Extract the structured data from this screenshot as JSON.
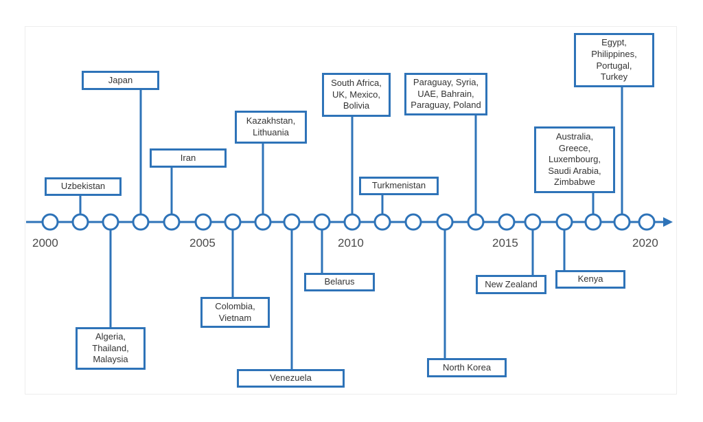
{
  "colors": {
    "accent": "#2e73b8",
    "text": "#333333",
    "year_text": "#4a4a4a"
  },
  "year_labels": [
    "2000",
    "2005",
    "2010",
    "2015",
    "2020"
  ],
  "events": [
    {
      "year": 2001,
      "text": "Uzbekistan",
      "side": "above"
    },
    {
      "year": 2002,
      "text": "Algeria,\nThailand,\nMalaysia",
      "side": "below"
    },
    {
      "year": 2003,
      "text": "Japan",
      "side": "above"
    },
    {
      "year": 2004,
      "text": "Iran",
      "side": "above"
    },
    {
      "year": 2006,
      "text": "Colombia,\nVietnam",
      "side": "below"
    },
    {
      "year": 2007,
      "text": "Kazakhstan,\nLithuania",
      "side": "above"
    },
    {
      "year": 2008,
      "text": "Venezuela",
      "side": "below"
    },
    {
      "year": 2009,
      "text": "Belarus",
      "side": "below"
    },
    {
      "year": 2010,
      "text": "South Africa,\nUK, Mexico,\nBolivia",
      "side": "above"
    },
    {
      "year": 2011,
      "text": "Turkmenistan",
      "side": "above"
    },
    {
      "year": 2013,
      "text": "North Korea",
      "side": "below"
    },
    {
      "year": 2014,
      "text": "Paraguay, Syria,\nUAE, Bahrain,\nParaguay, Poland",
      "side": "above"
    },
    {
      "year": 2016,
      "text": "New Zealand",
      "side": "below"
    },
    {
      "year": 2017,
      "text": "Kenya",
      "side": "below"
    },
    {
      "year": 2018,
      "text": "Australia,\nGreece,\nLuxembourg,\nSaudi Arabia,\nZimbabwe",
      "side": "above"
    },
    {
      "year": 2019,
      "text": "Egypt,\nPhilippines,\nPortugal,\nTurkey",
      "side": "above"
    }
  ]
}
